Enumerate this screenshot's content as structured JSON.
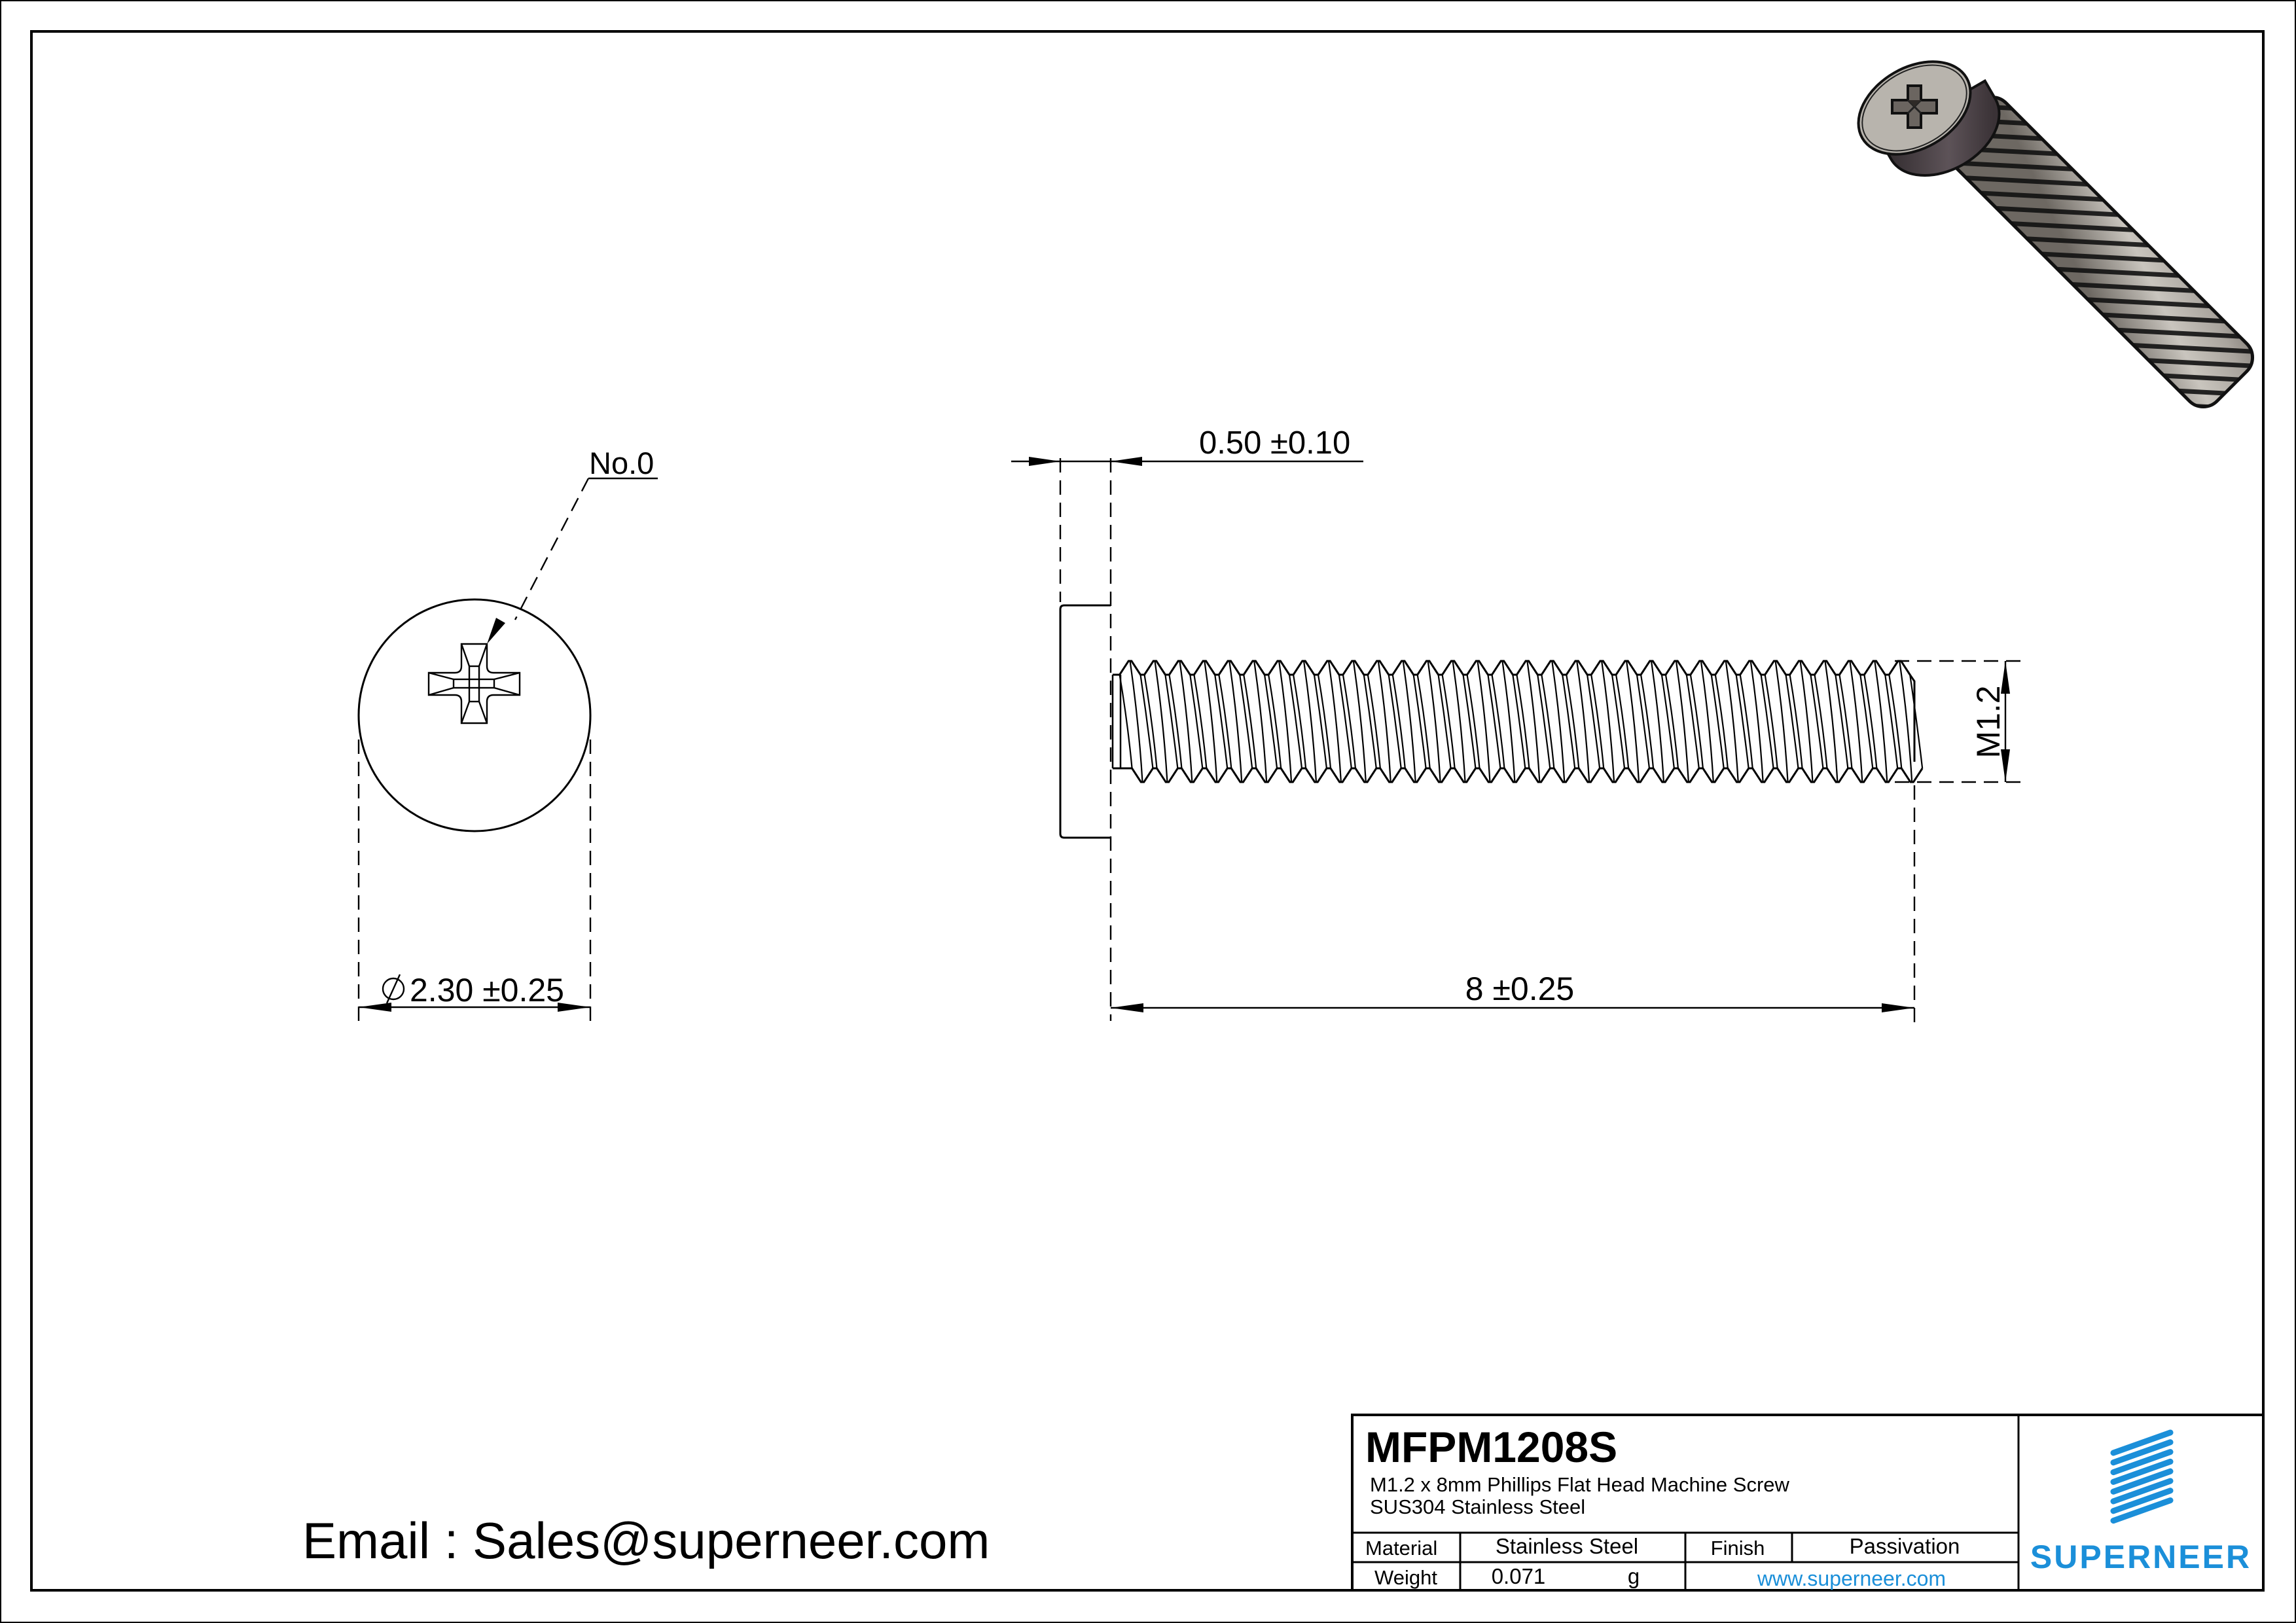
{
  "drawing": {
    "type": "engineering-drawing",
    "sheet": "A4 landscape",
    "colors": {
      "line": "#000000",
      "brand": "#1b8fd9",
      "background": "#ffffff",
      "render_face": "#b8b4ad",
      "render_side": "#3f383c"
    }
  },
  "views": {
    "top_view": {
      "callout": "No.0",
      "diameter_dimension": {
        "symbol": "∅",
        "text": "2.30 ±0.25"
      }
    },
    "side_view": {
      "head_height_dimension": "0.50 ±0.10",
      "length_dimension": "8 ±0.25",
      "thread_dimension": "M1.2",
      "thread_crest_count": 32
    },
    "isometric_render": {
      "description": "3D rendered Phillips flat head screw"
    }
  },
  "contact": {
    "email_line": "Email : Sales@superneer.com"
  },
  "title_block": {
    "part_number": "MFPM1208S",
    "description_line1": "M1.2 x 8mm Phillips Flat Head Machine Screw",
    "description_line2": "SUS304 Stainless Steel",
    "material_label": "Material",
    "material_value": "Stainless Steel",
    "finish_label": "Finish",
    "finish_value": "Passivation",
    "weight_label": "Weight",
    "weight_value": "0.071",
    "weight_unit": "g",
    "website": "www.superneer.com",
    "logo_text": "SUPERNEER",
    "logo_icon": "striped-parallelogram-logo-icon"
  }
}
